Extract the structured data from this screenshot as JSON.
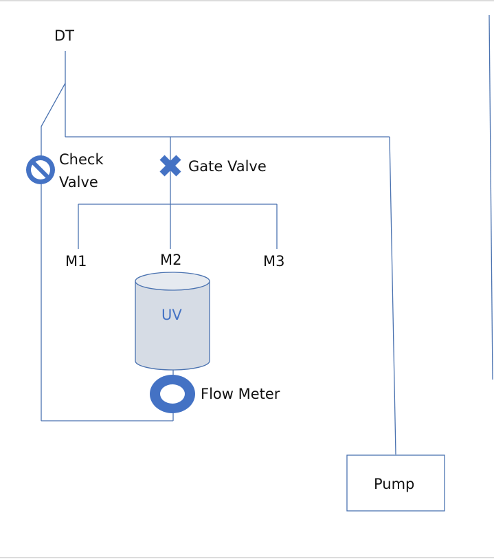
{
  "labels": {
    "dt": "DT",
    "check_valve_line1": "Check",
    "check_valve_line2": "Valve",
    "gate_valve": "Gate Valve",
    "m1": "M1",
    "m2": "M2",
    "m3": "M3",
    "uv": "UV",
    "flow_meter": "Flow Meter",
    "pump": "Pump"
  },
  "colors": {
    "pipe": "#4a72b0",
    "valve_fill": "#4472c4",
    "tank_fill": "#d6dce5",
    "tank_stroke": "#4a72b0",
    "uv_text": "#4472c4"
  },
  "icons": {
    "check_valve": "check-valve-icon",
    "gate_valve": "gate-valve-icon",
    "flow_meter": "flow-meter-icon",
    "uv_tank": "uv-tank-icon",
    "pump_box": "pump-box"
  }
}
